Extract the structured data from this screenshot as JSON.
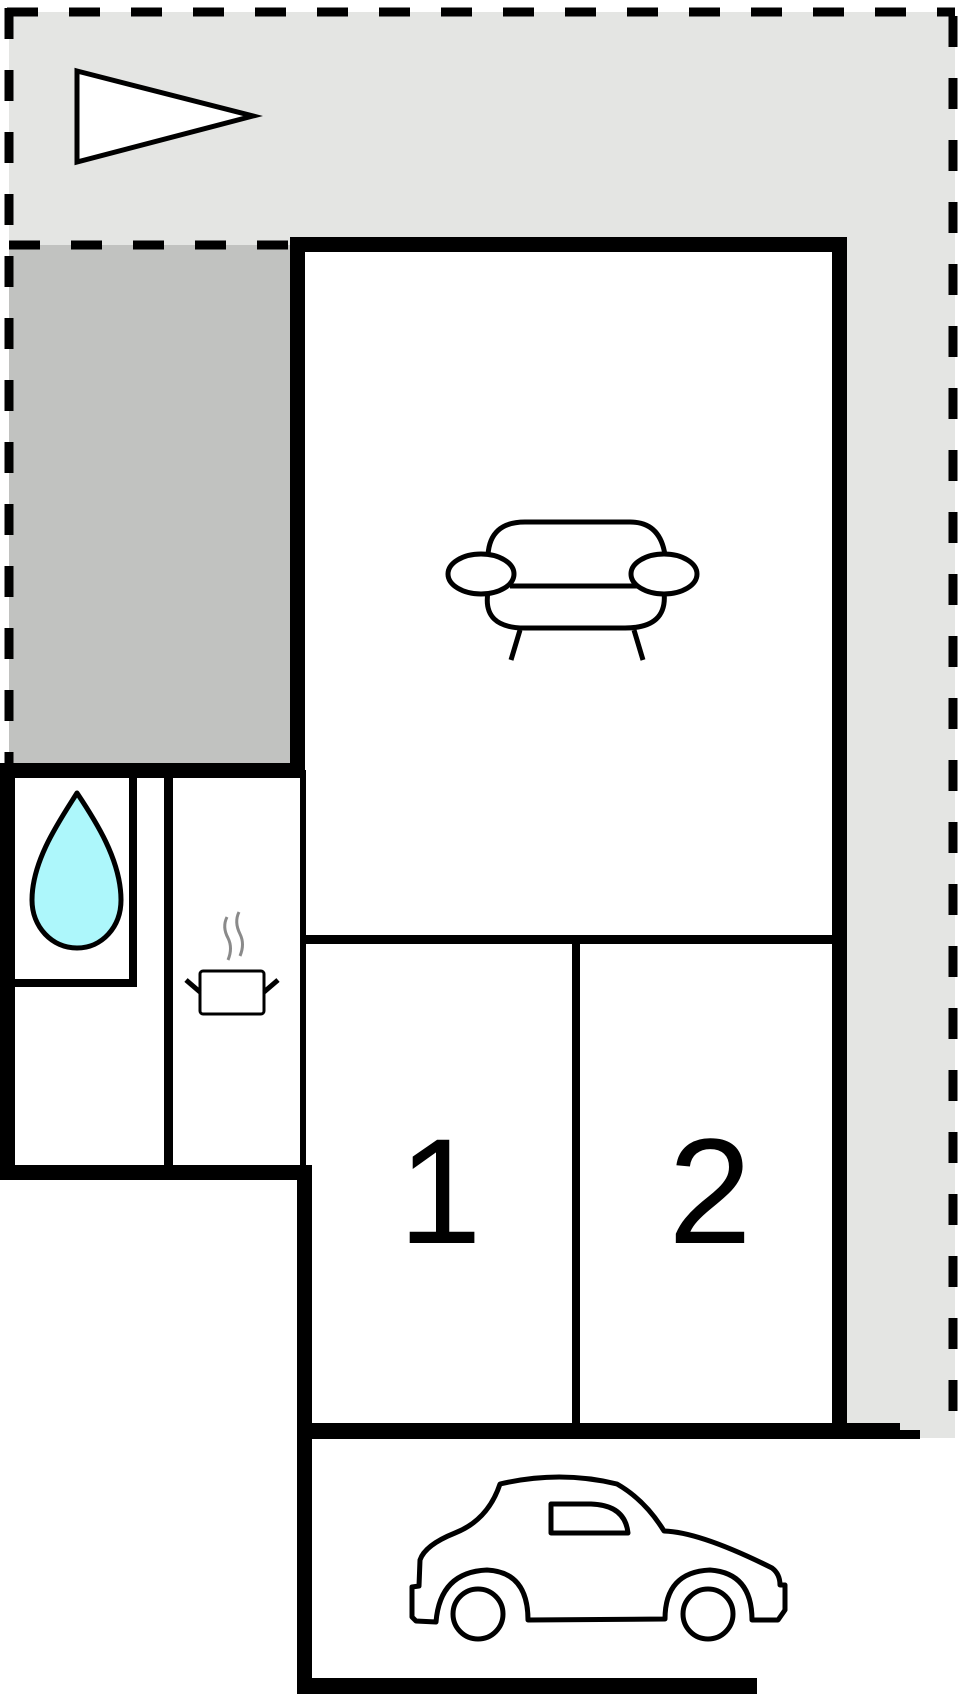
{
  "plan": {
    "colors": {
      "outdoor": "#e4e5e3",
      "terrace": "#c1c2c0",
      "wall": "#000000",
      "floor": "#ffffff",
      "water": "#adf7fb",
      "steam": "#8a8a8a"
    },
    "icons": {
      "north_arrow": "triangle-arrow-right",
      "living_room": "armchair-icon",
      "bathroom": "water-drop-icon",
      "kitchen": "cooking-pot-icon",
      "parking": "car-icon"
    },
    "rooms": [
      {
        "id": "outdoor-area",
        "type": "Garden / outdoor area"
      },
      {
        "id": "terrace",
        "type": "Terrace"
      },
      {
        "id": "living-room",
        "type": "Living room"
      },
      {
        "id": "bathroom",
        "type": "Bathroom"
      },
      {
        "id": "kitchen",
        "type": "Kitchen"
      },
      {
        "id": "bedroom-1",
        "type": "Bedroom",
        "label": "1"
      },
      {
        "id": "bedroom-2",
        "type": "Bedroom",
        "label": "2"
      },
      {
        "id": "parking",
        "type": "Parking"
      }
    ]
  }
}
